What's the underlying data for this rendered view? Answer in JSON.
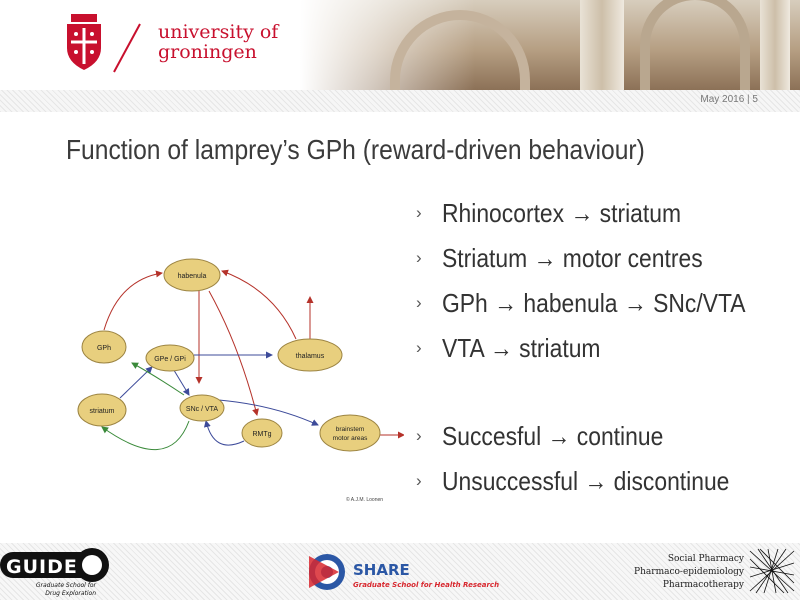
{
  "header": {
    "university_line1": "university of",
    "university_line2": "groningen",
    "date_page": "May 2016 | 5"
  },
  "slide": {
    "title": "Function of lamprey’s GPh (reward-driven behaviour)",
    "bullet_marker": "›",
    "bullets": [
      "Rhinocortex → striatum",
      "Striatum → motor centres",
      "GPh → habenula → SNc/VTA",
      "VTA → striatum",
      "",
      "Succesful → continue",
      "Unsuccessful → discontinue"
    ]
  },
  "diagram": {
    "nodes": {
      "habenula": "habenula",
      "gph": "GPh",
      "gpe": "GPe / GPi",
      "thalamus": "thalamus",
      "striatum": "striatum",
      "snc": "SNc / VTA",
      "rmtg": "RMTg",
      "brainstem1": "brainstem",
      "brainstem2": "motor areas"
    },
    "credit": "© A.J.M. Loonen",
    "colors": {
      "node_fill": "#e8cf7e",
      "red_arrow": "#b5322a",
      "blue_arrow": "#3d4b9a",
      "green_arrow": "#3a8a3a"
    }
  },
  "footer": {
    "guide_text": "GUIDE",
    "guide_sub1": "Graduate School for",
    "guide_sub2": "Drug Exploration",
    "share_text": "SHARE",
    "share_sub": "Graduate School for Health Research",
    "right_lines": [
      "Social Pharmacy",
      "Pharmaco-epidemiology",
      "Pharmacotherapy"
    ]
  },
  "colors": {
    "brand_red": "#c8102e",
    "share_blue": "#2b57a5"
  }
}
